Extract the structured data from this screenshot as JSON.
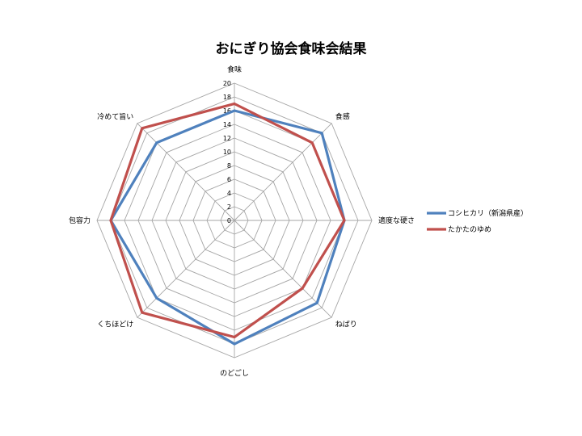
{
  "chart_data": {
    "type": "radar",
    "title": "おにぎり協会食味会結果",
    "axes": [
      "食味",
      "食感",
      "適度な硬さ",
      "ねばり",
      "のどごし",
      "くちほどけ",
      "包容力",
      "冷めて旨い"
    ],
    "ticks": [
      0,
      2,
      4,
      6,
      8,
      10,
      12,
      14,
      16,
      18,
      20
    ],
    "rlim": [
      0,
      20
    ],
    "grid": true,
    "legend_position": "right",
    "series": [
      {
        "name": "コシヒカリ（新潟県産）",
        "color": "#4f81bd",
        "values": [
          16,
          18,
          16,
          17,
          18,
          16,
          18,
          16
        ]
      },
      {
        "name": "たかたのゆめ",
        "color": "#c0504d",
        "values": [
          17,
          16,
          16,
          14,
          17,
          19,
          18,
          19
        ]
      }
    ]
  }
}
